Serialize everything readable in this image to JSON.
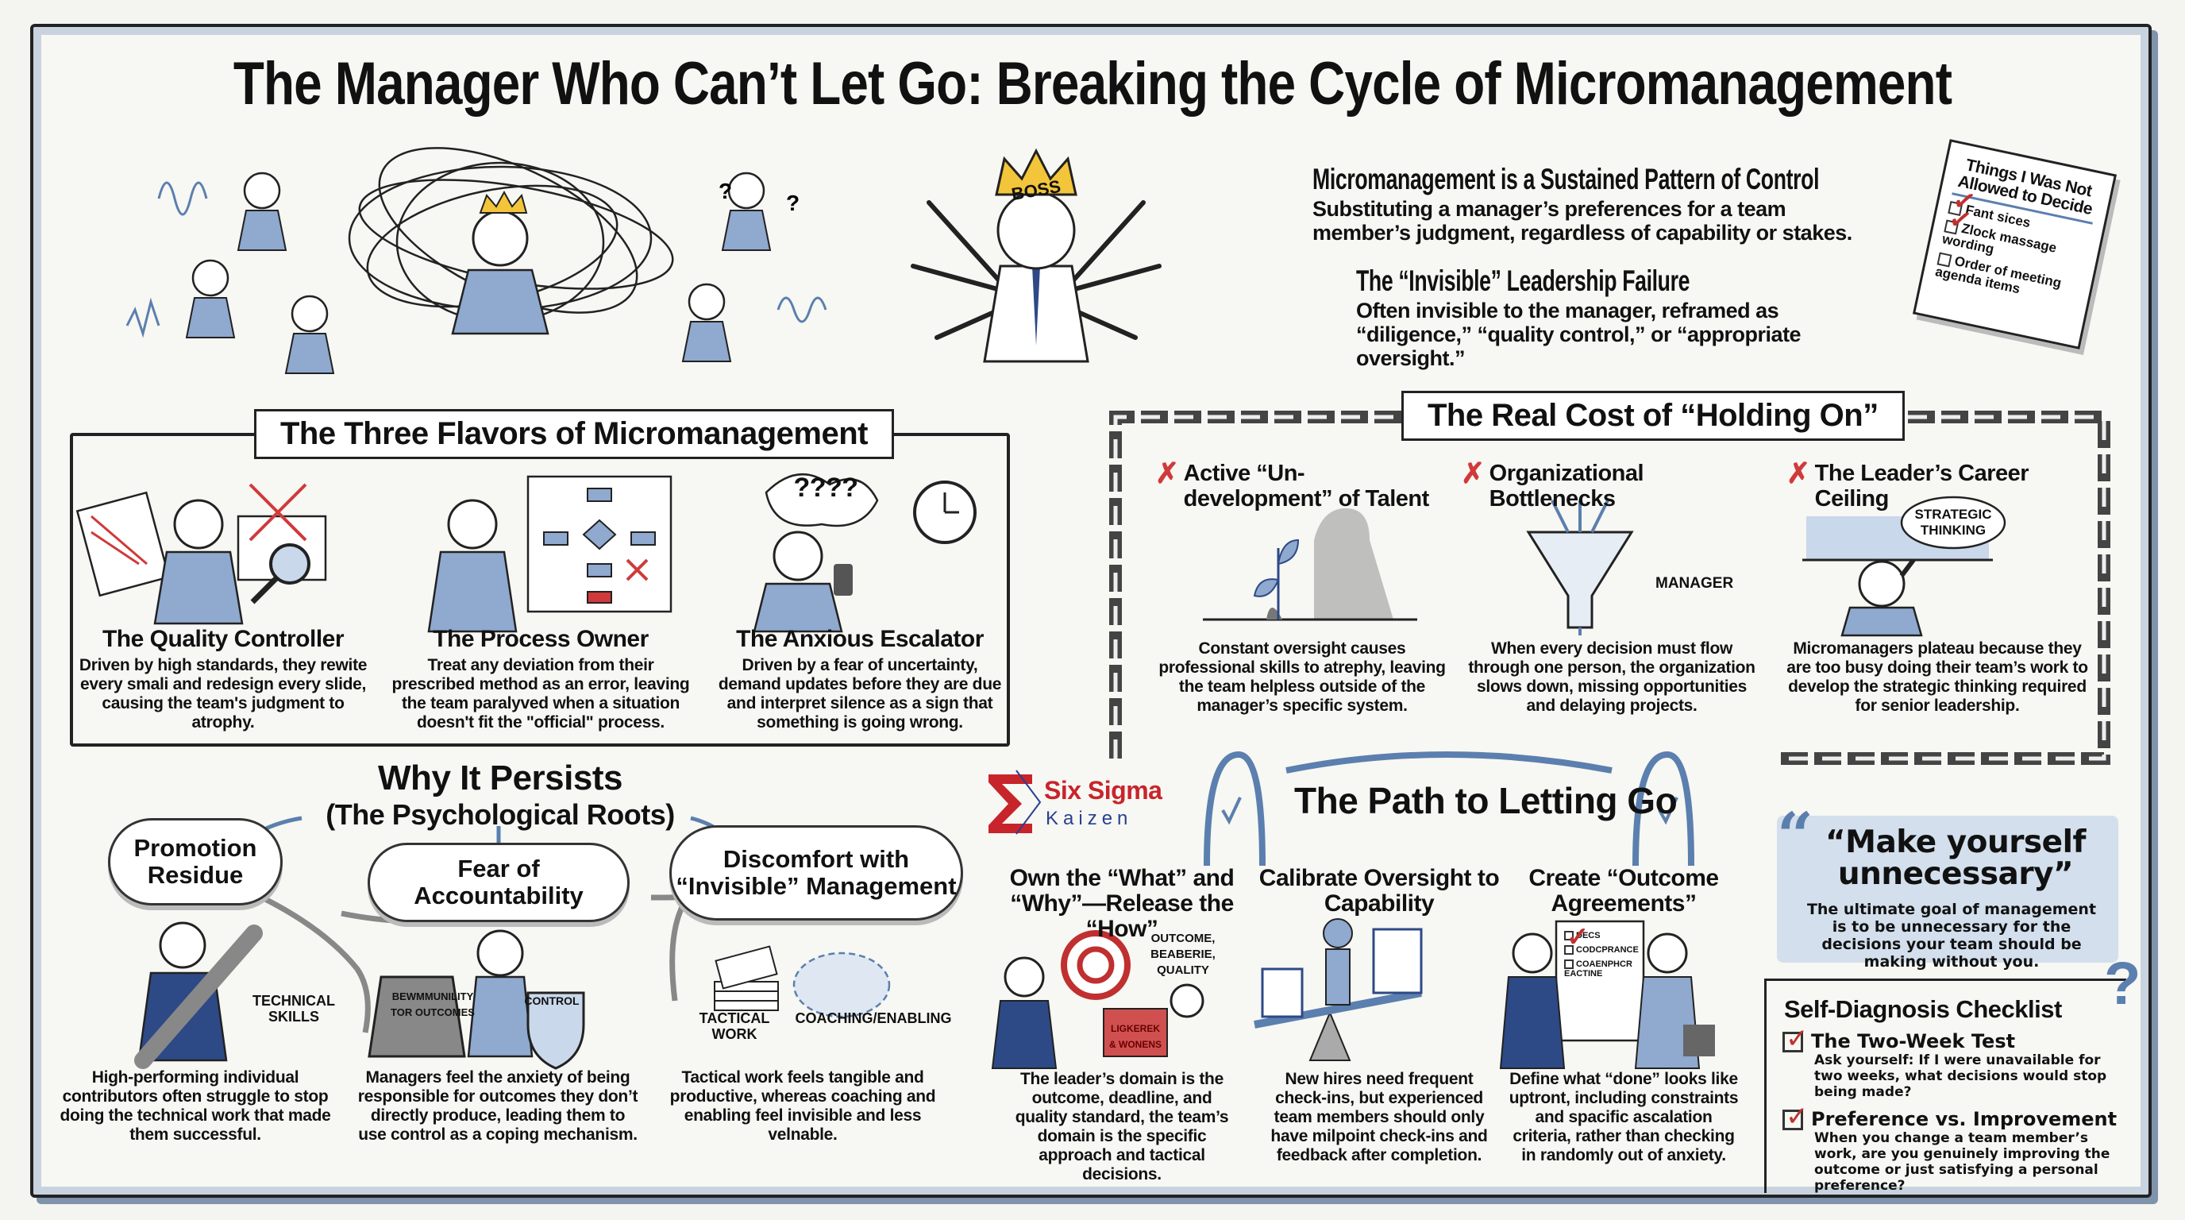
{
  "title": "The Manager Who Can’t Let Go: Breaking the Cycle of Micromanagement",
  "intro": {
    "definition_heading": "Micromanagement is a Sustained Pattern of Control",
    "definition_text": "Substituting a manager’s preferences for a team member’s judgment, regardless of capability or stakes.",
    "invisible_heading": "The “Invisible” Leadership Failure",
    "invisible_text": "Often invisible to the manager, reframed as “diligence,” “quality control,” or “appropriate oversight.”"
  },
  "boss_label": "BOSS",
  "notepad": {
    "title": "Things I Was Not Allowed to Decide",
    "items": [
      {
        "label": "Fant sices",
        "checked": true
      },
      {
        "label": "Zlock massage wording",
        "checked": true
      },
      {
        "label": "Order of meeting agenda items",
        "checked": false
      }
    ]
  },
  "flavors": {
    "title": "The Three Flavors of Micromanagement",
    "items": [
      {
        "name": "The Quality Controller",
        "desc": "Driven by high standards, they rewite every smali and redesign every slide, causing the team's judgment to atrophy."
      },
      {
        "name": "The Process Owner",
        "desc": "Treat any deviation from their prescribed method as an error, leaving the team paralyved when a situation doesn't fit the \"official\" process."
      },
      {
        "name": "The Anxious Escalator",
        "desc": "Driven by a fear of uncertainty, demand updates before they are due and interpret silence as a sign that something is going wrong."
      }
    ],
    "escalator_thought": "????"
  },
  "cost": {
    "title": "The Real Cost of “Holding On”",
    "items": [
      {
        "title": "Active “Un-development” of Talent",
        "desc": "Constant oversight causes professional skills to atrephy, leaving the team helpless outside of the manager’s specific system."
      },
      {
        "title": "Organizational Bottlenecks",
        "desc": "When every decision must flow through one person, the organization slows down, missing opportunities and delaying projects.",
        "label": "MANAGER"
      },
      {
        "title": "The Leader’s Career Ceiling",
        "desc": "Micromanagers plateau because they are too busy doing their team’s work to develop the strategic thinking required for senior leadership.",
        "label": "STRATEGIC THINKING"
      }
    ]
  },
  "persists": {
    "title": "Why It Persists",
    "subtitle": "(The Psychological Roots)",
    "roots": [
      {
        "name": "Promotion Residue",
        "desc": "High-performing individual contributors often struggle to stop doing the technical work that made them successful.",
        "labels": [
          "TECHNICAL SKILLS"
        ]
      },
      {
        "name": "Fear of Accountability",
        "desc": "Managers feel the anxiety of being responsible for outcomes they don’t directly produce, leading them to use control as a coping mechanism.",
        "labels": [
          "BEWMMUNILITY TOR OUTCOMES",
          "CONTROL"
        ]
      },
      {
        "name": "Discomfort with “Invisible” Management",
        "desc": "Tactical work feels tangible and productive, whereas coaching and enabling feel invisible and less velnable.",
        "labels": [
          "TACTICAL WORK",
          "COACHING/ENABLING"
        ]
      }
    ]
  },
  "brand": {
    "name": "Six Sigma",
    "sub": "Kaizen",
    "color": "#c8242b",
    "accent": "#2a3f8f"
  },
  "path": {
    "title": "The Path to Letting Go",
    "steps": [
      {
        "title": "Own the “What” and “Why”—Release the “How”",
        "desc": "The leader’s domain is the outcome, deadline, and quality standard, the team’s domain is the specific approach and tactical decisions.",
        "labels": [
          "OUTCOME, BEABERIE, QUALITY",
          "LIGKEREK & WONENS"
        ]
      },
      {
        "title": "Calibrate Oversight to Capability",
        "desc": "New hires need frequent check-ins, but experienced team members should only have milpoint check-ins and feedback after completion."
      },
      {
        "title": "Create “Outcome Agreements”",
        "desc": "Define what “done” looks like uptront, including constraints and spacific ascalation criteria, rather than checking in randomly out of anxiety.",
        "labels": [
          "DECS",
          "CODCPRANCE",
          "COAENPHCR EACTINE"
        ]
      }
    ]
  },
  "quote": {
    "text": "“Make yourself unnecessary”",
    "desc": "The ultimate goal of management is to be unnecessary for the decisions your team should be making without you."
  },
  "checklist": {
    "title": "Self-Diagnosis Checklist",
    "items": [
      {
        "title": "The Two-Week Test",
        "desc": "Ask yourself: If I were unavailable for two weeks, what decisions would stop being made?",
        "checked": true
      },
      {
        "title": "Preference vs. Improvement",
        "desc": "When you change a team member’s work, are you genuinely improving the outcome or just satisfying a personal preference?",
        "checked": true
      }
    ]
  },
  "colors": {
    "ink": "#111111",
    "blue": "#5b7fae",
    "light_blue": "#c9d8ea",
    "red": "#d03a3a",
    "paper": "#f7f7f3"
  }
}
